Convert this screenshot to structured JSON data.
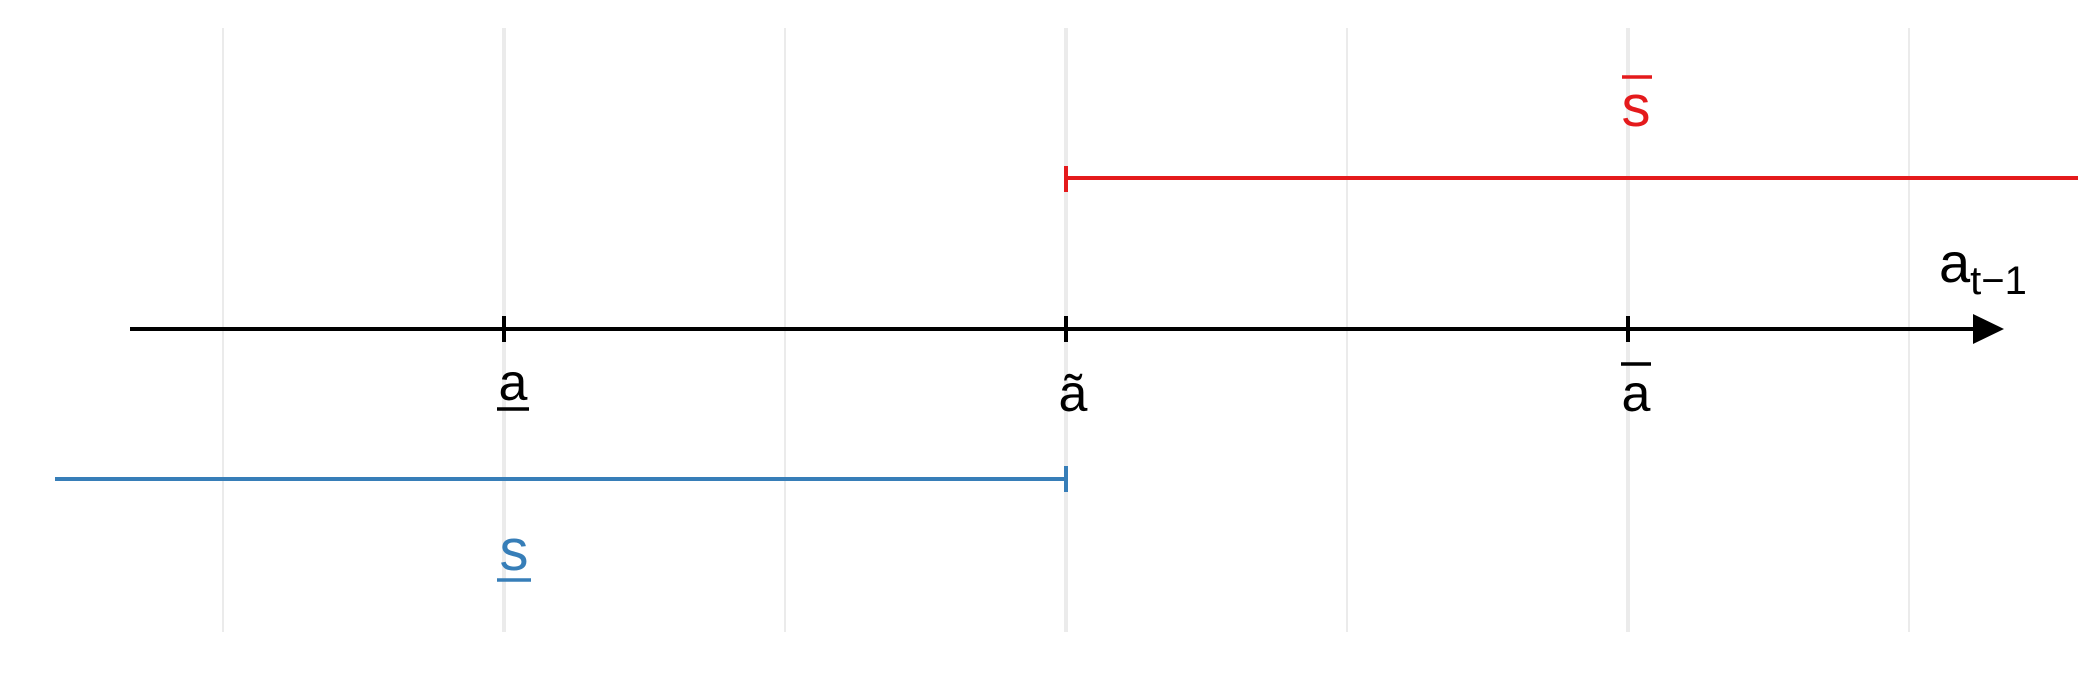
{
  "axis": {
    "label_base": "a",
    "label_sub": "t−1"
  },
  "ticks": [
    {
      "text": "a",
      "accent": "underline"
    },
    {
      "text": "ã",
      "accent": "none"
    },
    {
      "text": "a",
      "accent": "overline"
    }
  ],
  "segments": [
    {
      "label": "s",
      "accent": "overline",
      "color": "#e41a1c",
      "from_tick": 1,
      "direction": "right"
    },
    {
      "label": "s",
      "accent": "underline",
      "color": "#377eb8",
      "from_tick": 1,
      "direction": "left"
    }
  ],
  "colors": {
    "axis": "#000000",
    "grid": "#ebebeb",
    "upper_segment": "#e41a1c",
    "lower_segment": "#377eb8"
  }
}
